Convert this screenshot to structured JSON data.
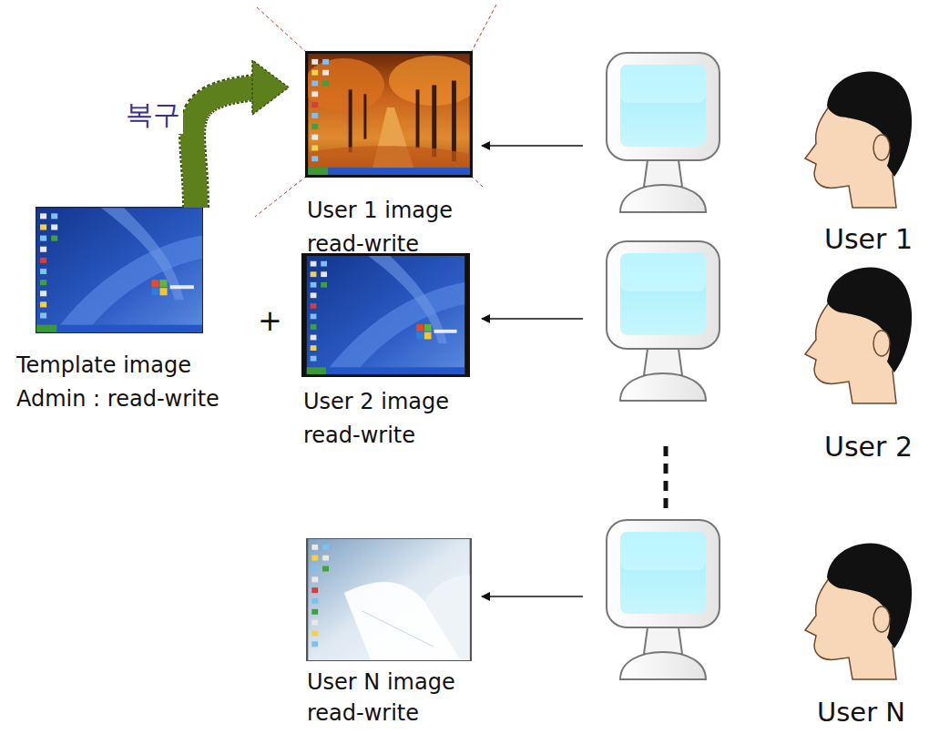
{
  "diagram": {
    "nodes": [
      {
        "text": [
          "Template image",
          "Admin : read-write"
        ]
      },
      {
        "text": [
          "User 1 image",
          "read-write"
        ]
      },
      {
        "text": [
          "User 2 image",
          "read-write"
        ]
      },
      {
        "text": [
          "User N image",
          "read-write"
        ]
      },
      {
        "text": [
          "User 1"
        ]
      },
      {
        "text": [
          "User 2"
        ]
      },
      {
        "text": [
          "User N"
        ]
      }
    ],
    "edges": [
      {
        "from": 0,
        "to": 1,
        "arrow": "to",
        "label": "복구"
      }
    ],
    "labels": [
      "+"
    ]
  }
}
